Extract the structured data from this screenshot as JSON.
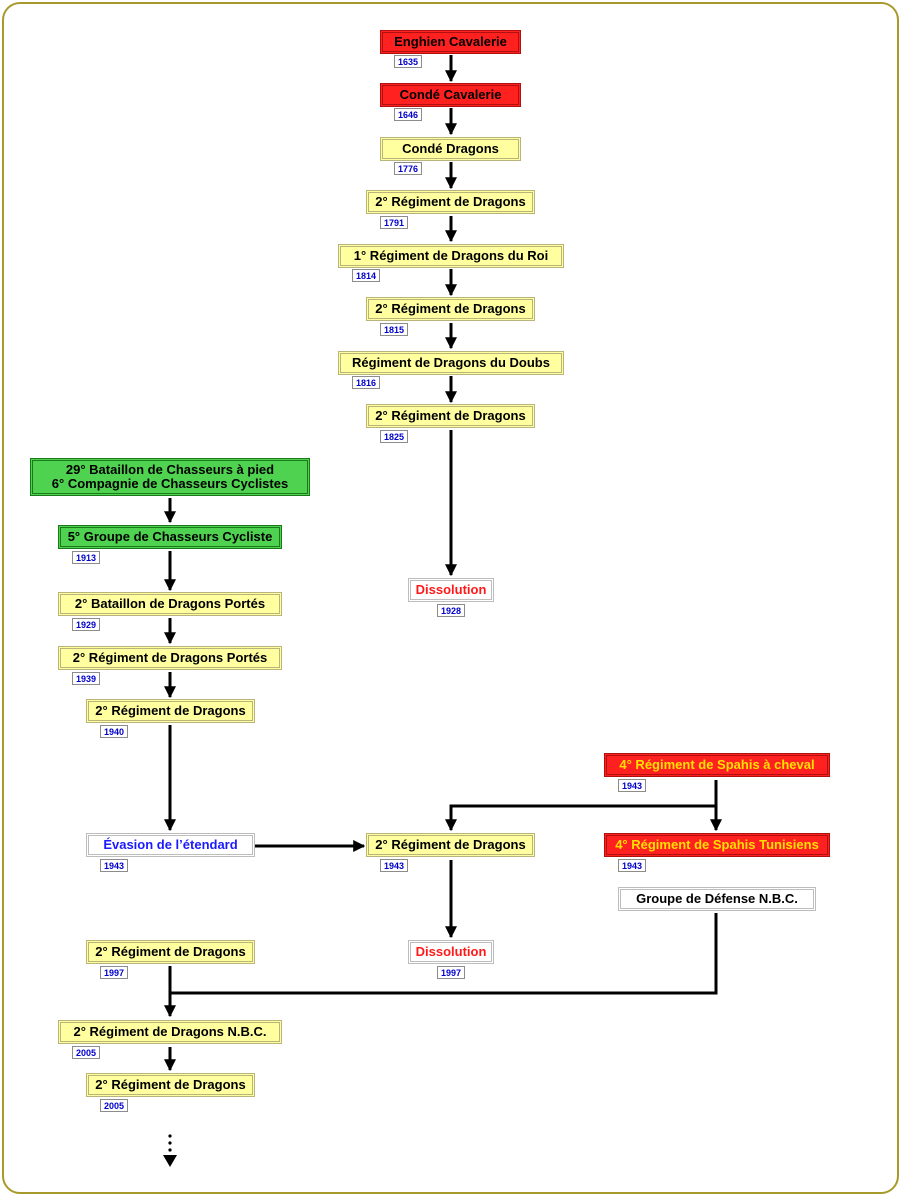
{
  "nodes": {
    "enghien": {
      "label": "Enghien Cavalerie",
      "date": "1635"
    },
    "conde_cav": {
      "label": "Condé Cavalerie",
      "date": "1646"
    },
    "conde_drag": {
      "label": "Condé Dragons",
      "date": "1776"
    },
    "reg2_1791": {
      "label": "2° Régiment de Dragons",
      "date": "1791"
    },
    "reg1_roi": {
      "label": "1° Régiment de Dragons du Roi",
      "date": "1814"
    },
    "reg2_1815": {
      "label": "2° Régiment de Dragons",
      "date": "1815"
    },
    "doubs": {
      "label": "Régiment de Dragons du Doubs",
      "date": "1816"
    },
    "reg2_1825": {
      "label": "2° Régiment de Dragons",
      "date": "1825"
    },
    "dissolution_1928": {
      "label": "Dissolution",
      "date": "1928"
    },
    "bat29": {
      "label_line1": "29° Bataillon de Chasseurs à pied",
      "label_line2": "6° Compagnie de Chasseurs Cyclistes"
    },
    "groupe5": {
      "label": "5° Groupe de Chasseurs Cycliste",
      "date": "1913"
    },
    "bat2_portes": {
      "label": "2° Bataillon de Dragons Portés",
      "date": "1929"
    },
    "reg2_portes": {
      "label": "2° Régiment de Dragons Portés",
      "date": "1939"
    },
    "reg2_1940": {
      "label": "2° Régiment de Dragons",
      "date": "1940"
    },
    "evasion": {
      "label": "Évasion de l’étendard",
      "date": "1943"
    },
    "reg2_1943": {
      "label": "2° Régiment de Dragons",
      "date": "1943"
    },
    "spahis_cheval": {
      "label": "4° Régiment de Spahis à cheval",
      "date": "1943"
    },
    "spahis_tunisiens": {
      "label": "4° Régiment de Spahis Tunisiens",
      "date": "1943"
    },
    "groupe_nbc": {
      "label": "Groupe de Défense N.B.C."
    },
    "reg2_1997": {
      "label": "2° Régiment de Dragons",
      "date": "1997"
    },
    "dissolution_1997": {
      "label": "Dissolution",
      "date": "1997"
    },
    "reg2_nbc": {
      "label": "2° Régiment de Dragons N.B.C.",
      "date": "2005"
    },
    "reg2_2005": {
      "label": "2° Régiment de Dragons",
      "date": "2005"
    }
  },
  "continuation": "⋮"
}
